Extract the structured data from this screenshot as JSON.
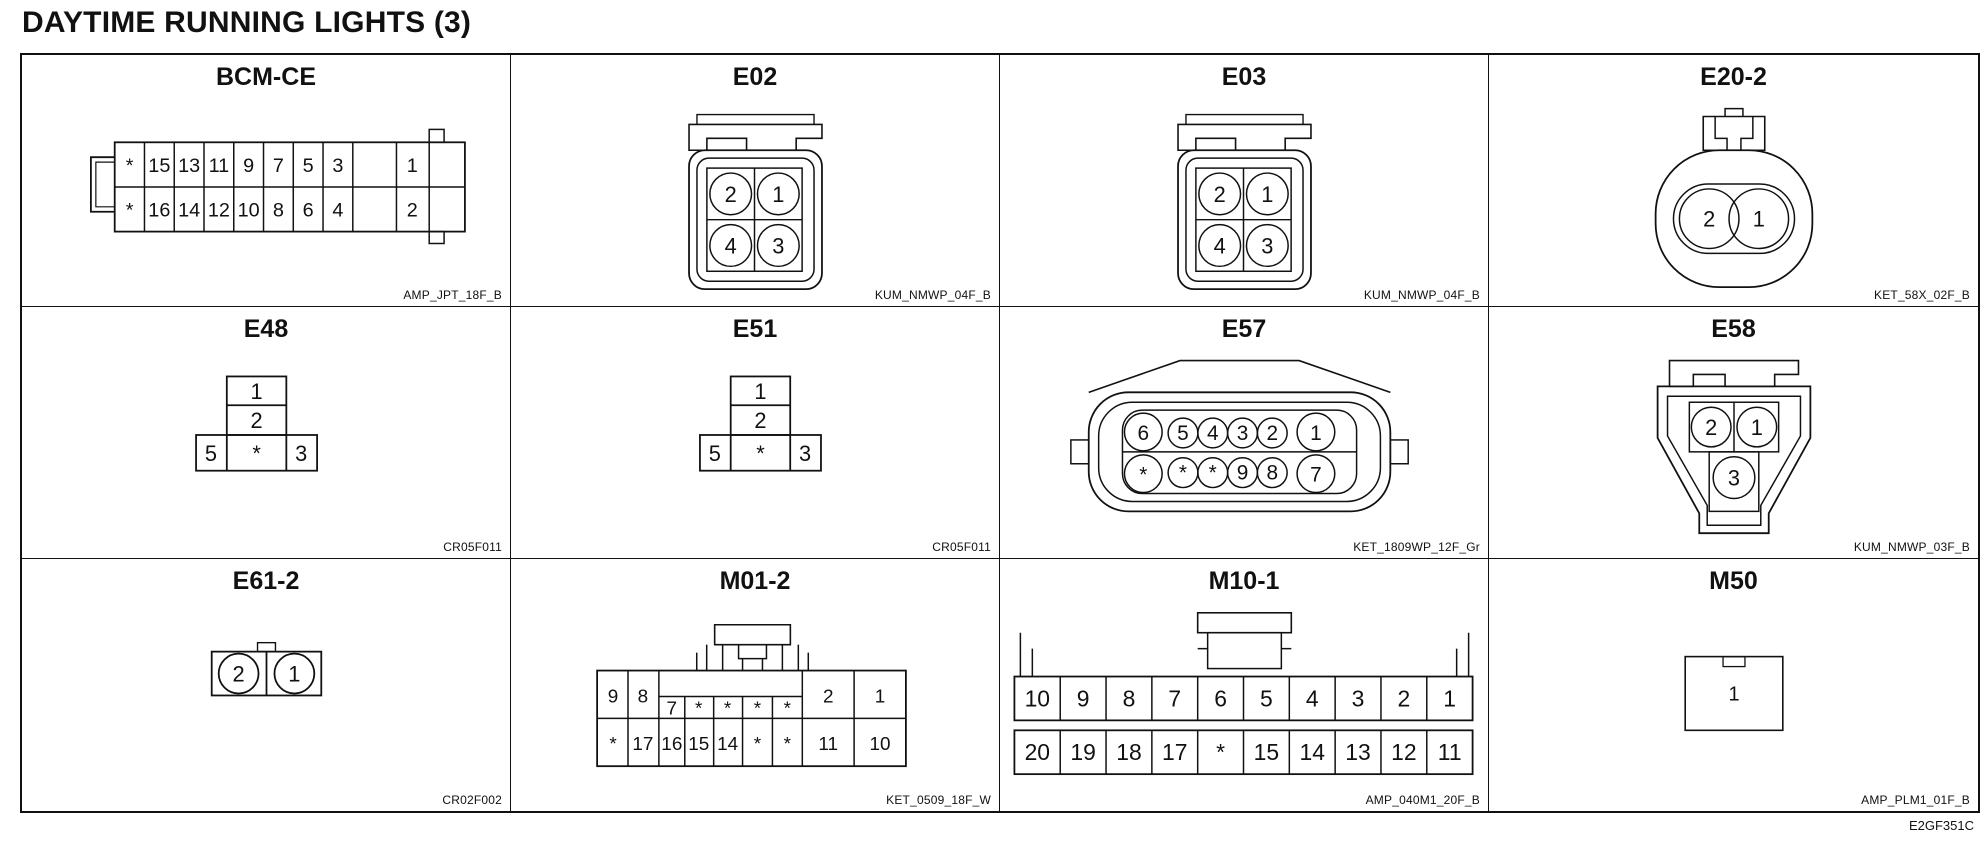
{
  "title": "DAYTIME RUNNING LIGHTS (3)",
  "figure_code": "E2GF351C",
  "connectors": [
    {
      "name": "BCM-CE",
      "code": "AMP_JPT_18F_B",
      "rows": [
        [
          "*",
          "15",
          "13",
          "11",
          "9",
          "7",
          "5",
          "3",
          "1"
        ],
        [
          "*",
          "16",
          "14",
          "12",
          "10",
          "8",
          "6",
          "4",
          "2"
        ]
      ]
    },
    {
      "name": "E02",
      "code": "KUM_NMWP_04F_B",
      "rows": [
        [
          "2",
          "1"
        ],
        [
          "4",
          "3"
        ]
      ]
    },
    {
      "name": "E03",
      "code": "KUM_NMWP_04F_B",
      "rows": [
        [
          "2",
          "1"
        ],
        [
          "4",
          "3"
        ]
      ]
    },
    {
      "name": "E20-2",
      "code": "KET_58X_02F_B",
      "rows": [
        [
          "2",
          "1"
        ]
      ]
    },
    {
      "name": "E48",
      "code": "CR05F011",
      "rows": [
        [
          "1"
        ],
        [
          "2"
        ],
        [
          "5",
          "*",
          "3"
        ]
      ]
    },
    {
      "name": "E51",
      "code": "CR05F011",
      "rows": [
        [
          "1"
        ],
        [
          "2"
        ],
        [
          "5",
          "*",
          "3"
        ]
      ]
    },
    {
      "name": "E57",
      "code": "KET_1809WP_12F_Gr",
      "rows": [
        [
          "6",
          "5",
          "4",
          "3",
          "2",
          "1"
        ],
        [
          "*",
          "*",
          "*",
          "9",
          "8",
          "7"
        ]
      ]
    },
    {
      "name": "E58",
      "code": "KUM_NMWP_03F_B",
      "rows": [
        [
          "2",
          "1"
        ],
        [
          "3"
        ]
      ]
    },
    {
      "name": "E61-2",
      "code": "CR02F002",
      "rows": [
        [
          "2",
          "1"
        ]
      ]
    },
    {
      "name": "M01-2",
      "code": "KET_0509_18F_W",
      "rows": [
        [
          "9",
          "8",
          "7",
          "*",
          "*",
          "*",
          "*",
          "2",
          "1"
        ],
        [
          "*",
          "17",
          "16",
          "15",
          "14",
          "*",
          "*",
          "11",
          "10"
        ]
      ]
    },
    {
      "name": "M10-1",
      "code": "AMP_040M1_20F_B",
      "rows": [
        [
          "10",
          "9",
          "8",
          "7",
          "6",
          "5",
          "4",
          "3",
          "2",
          "1"
        ],
        [
          "20",
          "19",
          "18",
          "17",
          "*",
          "15",
          "14",
          "13",
          "12",
          "11"
        ]
      ]
    },
    {
      "name": "M50",
      "code": "AMP_PLM1_01F_B",
      "rows": [
        [
          "1"
        ]
      ]
    }
  ]
}
